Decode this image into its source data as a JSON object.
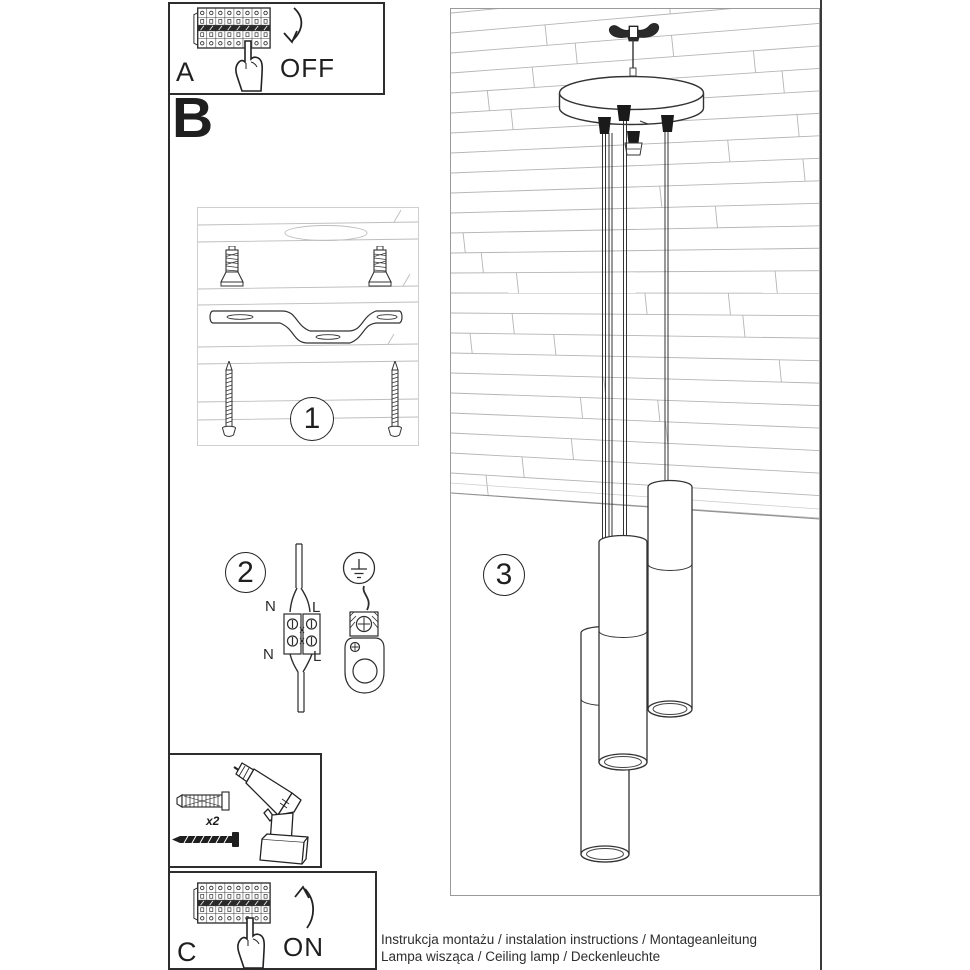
{
  "document": {
    "footer_line1": "Instrukcja montażu / instalation instructions / Montageanleitung",
    "footer_line2": "Lampa wisząca / Ceiling lamp / Deckenleuchte"
  },
  "sections": {
    "a": {
      "label": "A",
      "action": "OFF"
    },
    "b": {
      "label": "B"
    },
    "c": {
      "label": "C",
      "action": "ON"
    }
  },
  "steps": {
    "step1": "1",
    "step2": "2",
    "step3": "3"
  },
  "wiring": {
    "n_top": "N",
    "l_top": "L",
    "n_bottom": "N",
    "l_bottom": "L"
  },
  "tools": {
    "dowel_qty": "x2"
  },
  "icons": {
    "breaker_panel": "breaker-panel-icon",
    "pointing_hand": "pointing-hand-icon",
    "arrow_off": "curved-arrow-down-icon",
    "arrow_on": "curved-arrow-up-icon",
    "earth_ground": "earth-ground-icon",
    "wall_plug": "wall-plug-icon",
    "screw": "screw-icon",
    "drill": "drill-icon",
    "ceiling_bracket": "mounting-bracket-icon",
    "canopy": "canopy-icon",
    "pendant": "pendant-shade-icon",
    "terminal_block": "terminal-block-icon",
    "ground_clamp": "ground-clamp-icon"
  },
  "colors": {
    "ink": "#2d2d2d",
    "faint_line": "#b5b5b5",
    "page_rule": "#3a3a3a",
    "light_box_border": "#9a9a9a"
  }
}
